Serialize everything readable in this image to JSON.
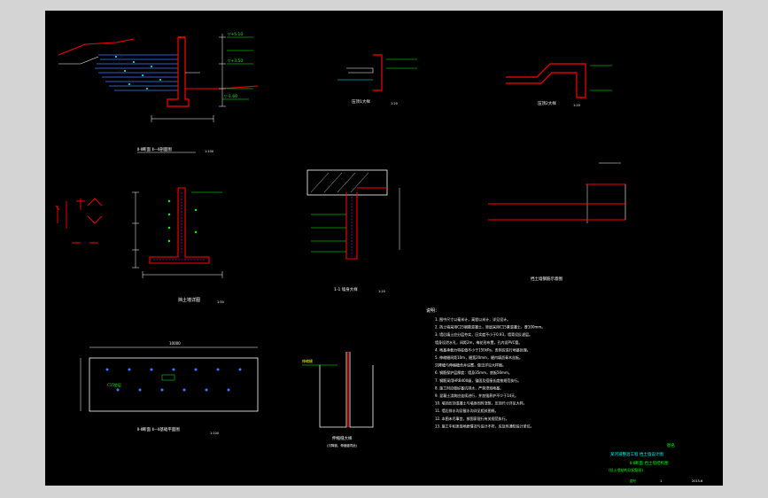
{
  "colors": {
    "background": "#000000",
    "frame_gray": "#d4d4d4",
    "wall_red": "#ff0000",
    "dim_white": "#ffffff",
    "label_green": "#00ff00",
    "hatch_blue": "#3a7bff",
    "cyan": "#00ffff",
    "yellow": "#ffff00",
    "magenta": "#ff00ff"
  },
  "views": {
    "main_section_title": "Ⅱ-Ⅱ断面 Ⅱ—Ⅱ剖面图",
    "wall_detail_title": "挡土墙详图",
    "cap_detail_a": "压顶1大样",
    "cap_detail_b": "压顶2大样",
    "corner_detail": "1-1 墙身大样",
    "rebar_schedule_title": "挡土墙钢筋示意图",
    "plan_title": "Ⅱ-Ⅱ断面 Ⅱ—Ⅱ基础平面图",
    "joint_title": "伸缩缝大样",
    "joint_subtitle": "(沉降缝、伸缩缝同此)",
    "joint_tag": "伸缩缝",
    "plan_dim": "10000",
    "plan_tag": "C15垫层",
    "scale_1_100": "1:100",
    "scale_1_20": "1:20",
    "scale_1_50": "1:50",
    "elev_top": "▽+5.10",
    "elev_mid": "▽+3.50",
    "elev_low": "▽-1.60"
  },
  "notes": {
    "heading": "说明：",
    "items": [
      "1. 图中尺寸以毫米计，高程以米计，详见设计。",
      "2. 挡土墙采用C25钢筋混凝土，垫层采用C15素混凝土，厚100mm。",
      "3. 墙后填土应分层夯实，压实度不小于0.93，墙背设反滤层。",
      "   墙身设泄水孔，间距2m，梅花形布置，孔内设PVC管。",
      "4. 地基承载力特征值不小于150kPa，否则应进行地基处理。",
      "5. 伸缩缝间距10m，缝宽20mm，缝内填沥青木丝板。",
      "   沉降缝与伸缩缝合并设置，做法详见大样图。",
      "6. 钢筋保护层厚度：墙身35mm，底板50mm。",
      "7. 钢筋采用HRB400级，锚固及搭接长度按规范执行。",
      "8. 施工时应做好基坑排水，严禁浸泡地基。",
      "9. 混凝土浇筑应连续进行，并加强养护不少于14天。",
      "10. 墙顶压顶混凝土与墙身同时浇筑，压顶尺寸详见大样。",
      "11. 墙后排水沟及截水沟详见相关图纸。",
      "12. 本图未尽事宜，按国家现行有关规范执行。",
      "13. 施工中如发现地质情况与设计不符，应及时通知设计单位。"
    ]
  },
  "title_block": {
    "label": "图名",
    "project": "某河道整治工程 挡土墙设计图",
    "drawing": "Ⅱ-Ⅱ断面 挡土墙结构图",
    "subtitle": "(挡土墙结构及配筋图)",
    "number_label": "图号",
    "number": "1",
    "date": "2015.6"
  }
}
